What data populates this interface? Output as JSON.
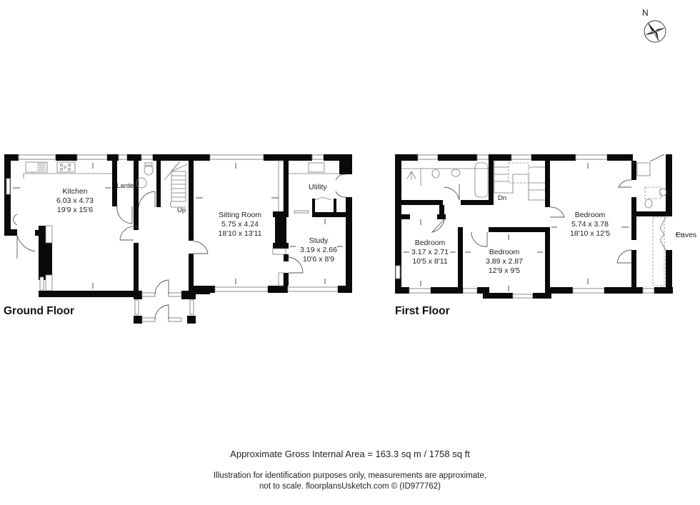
{
  "compass": {
    "north_label": "N",
    "icon": "compass-rose-icon"
  },
  "ground_floor": {
    "title": "Ground Floor",
    "rooms": [
      {
        "name": "Kitchen",
        "metric": "6.03 x 4.73",
        "imperial": "19'9 x 15'6"
      },
      {
        "name": "Larder"
      },
      {
        "name": "Sitting Room",
        "metric": "5.75 x 4.24",
        "imperial": "18'10 x 13'11"
      },
      {
        "name": "Utility"
      },
      {
        "name": "Study",
        "metric": "3.19 x 2.66",
        "imperial": "10'6 x 8'9"
      }
    ],
    "stairs_label": "Up"
  },
  "first_floor": {
    "title": "First Floor",
    "rooms": [
      {
        "name": "Bedroom",
        "metric": "3.17 x 2.71",
        "imperial": "10'5 x 8'11"
      },
      {
        "name": "Bedroom",
        "metric": "3.89 x 2.87",
        "imperial": "12'9 x 9'5"
      },
      {
        "name": "Bedroom",
        "metric": "5.74 x 3.78",
        "imperial": "18'10 x 12'5"
      },
      {
        "name": "Eaves"
      }
    ],
    "stairs_label": "Dn"
  },
  "footer": {
    "area": "Approximate Gross Internal Area = 163.3 sq m / 1758 sq ft",
    "disclaimer_line1": "Illustration for identification purposes only, measurements are approximate,",
    "disclaimer_line2": "not to scale. floorplansUsketch.com © (ID977762)"
  }
}
